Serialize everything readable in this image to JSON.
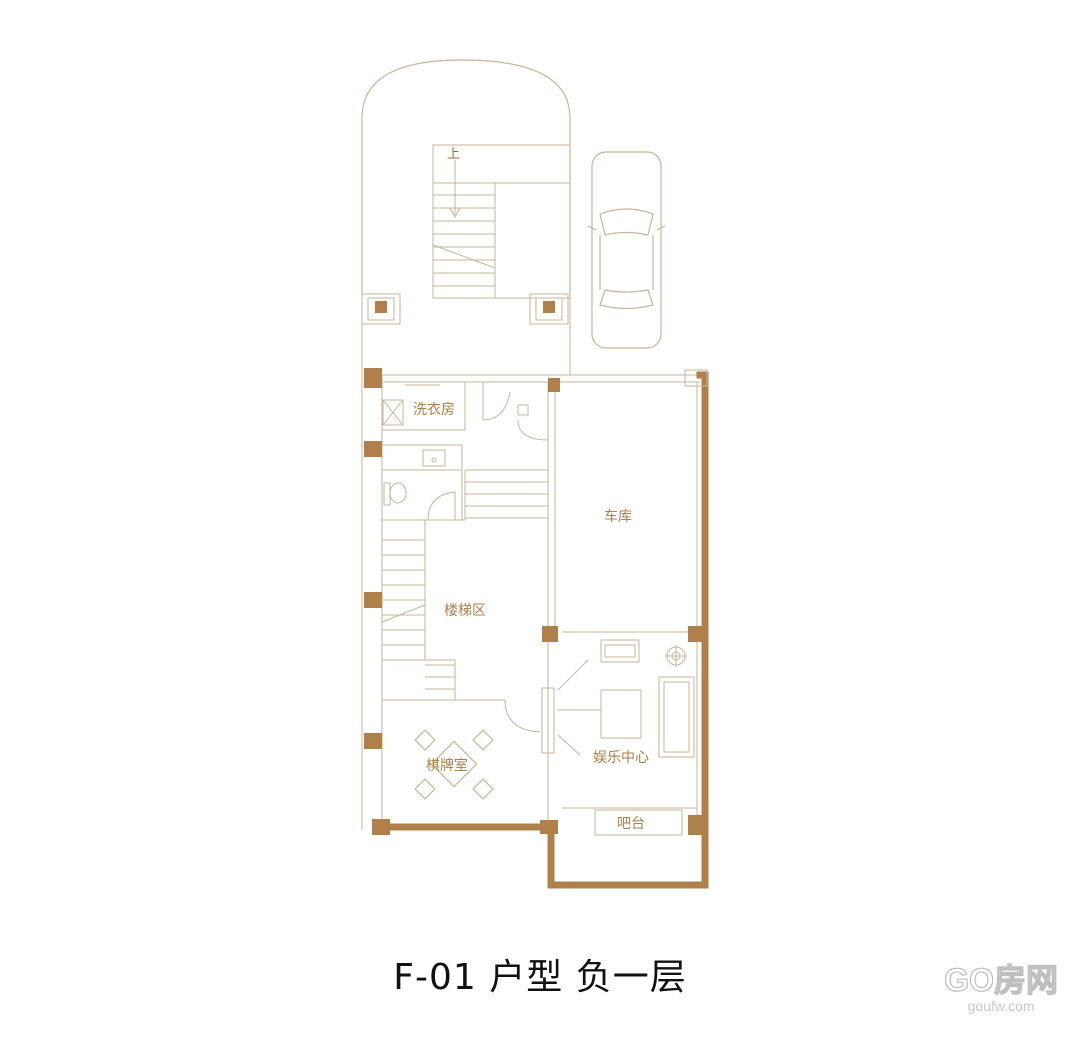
{
  "title": "F-01 户型  负一层",
  "rooms": {
    "laundry": "洗衣房",
    "garage": "车库",
    "stair_area": "楼梯区",
    "entertainment": "娱乐中心",
    "card_room": "棋牌室",
    "bar": "吧台"
  },
  "stair_up": "上",
  "watermark": {
    "logo": "GO房网",
    "url": "goufw.com"
  },
  "colors": {
    "wall": "#b0804a",
    "line": "#c9b49a",
    "label": "#b0804a"
  }
}
